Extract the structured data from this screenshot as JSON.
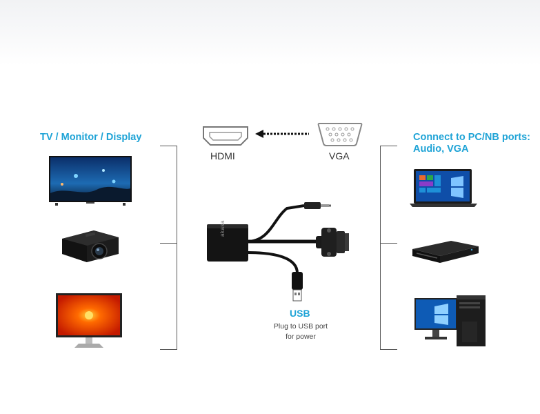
{
  "left_heading": "TV / Monitor / Display",
  "right_heading_line1": "Connect to PC/NB ports:",
  "right_heading_line2": "Audio, VGA",
  "port_hdmi": "HDMI",
  "port_vga": "VGA",
  "usb_title": "USB",
  "usb_desc_line1": "Plug to USB port",
  "usb_desc_line2": "for power",
  "adapter_brand": "akasa",
  "colors": {
    "accent": "#1ea3d6",
    "lines": "#555555",
    "cable": "#111111"
  }
}
